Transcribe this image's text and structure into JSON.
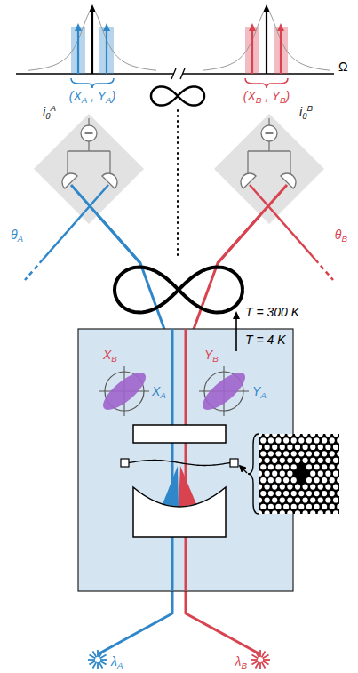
{
  "diagram": {
    "nodes": [
      {
        "text": [
          "iθA"
        ]
      },
      {
        "text": [
          "iθB"
        ]
      },
      {
        "text": [
          "T = 4 K"
        ]
      }
    ],
    "labels": [
      "Ω",
      "(XA , YA)",
      "(XB , YB)",
      "θA",
      "θB",
      "T = 300 K",
      "XB",
      "YB",
      "XA",
      "YA",
      "λA",
      "λB"
    ]
  }
}
